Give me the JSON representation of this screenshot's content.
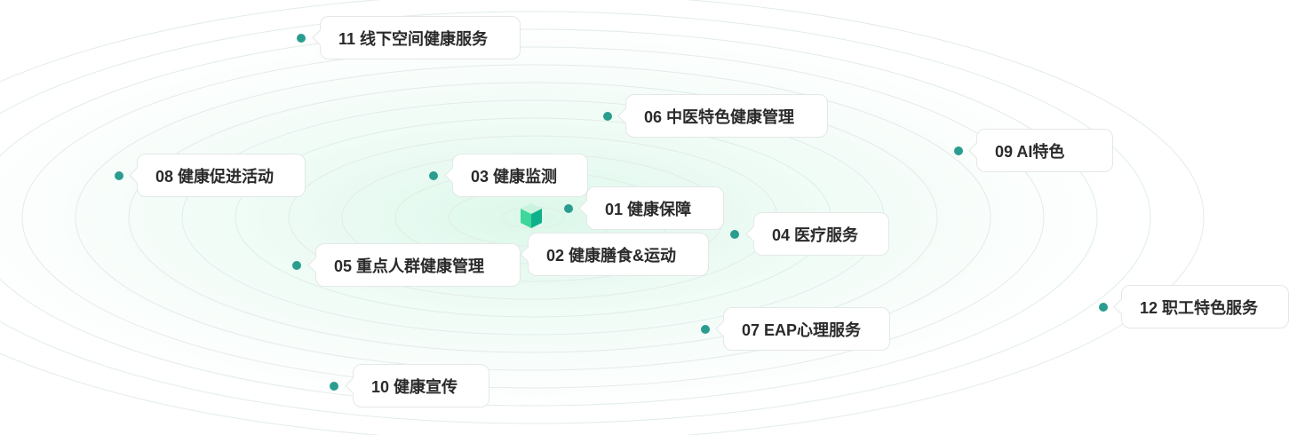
{
  "accent_color": "#2a9d8f",
  "center_icon": "cube-icon",
  "items": [
    {
      "label": "11 线下空间健康服务"
    },
    {
      "label": "06 中医特色健康管理"
    },
    {
      "label": "09 AI特色"
    },
    {
      "label": "08 健康促进活动"
    },
    {
      "label": "03 健康监测"
    },
    {
      "label": "01 健康保障"
    },
    {
      "label": "04 医疗服务"
    },
    {
      "label": "05 重点人群健康管理"
    },
    {
      "label": "02 健康膳食&运动"
    },
    {
      "label": "12 职工特色服务"
    },
    {
      "label": "07 EAP心理服务"
    },
    {
      "label": "10 健康宣传"
    }
  ]
}
